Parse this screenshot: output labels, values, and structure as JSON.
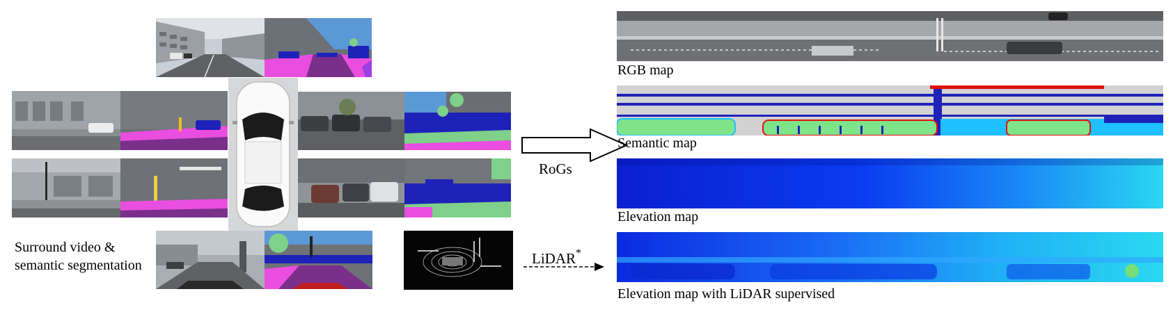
{
  "left": {
    "caption_line1": "Surround video &",
    "caption_line2": "semantic segmentation"
  },
  "arrows": {
    "rogs_label": "RoGs",
    "lidar_label": "LiDAR",
    "lidar_superscript": "*"
  },
  "maps": {
    "rgb_label": "RGB map",
    "semantic_label": "Semantic map",
    "elevation_label": "Elevation map",
    "elevation_lidar_label": "Elevation map with LiDAR supervised"
  },
  "colors": {
    "road": "#7a2f8a",
    "sidewalk": "#e94ee0",
    "vehicle": "#1e22b8",
    "vegetation": "#7fd08a",
    "sky": "#5b98d6",
    "elevation_low": "#0a1fd0",
    "elevation_high": "#2ad8f0"
  }
}
